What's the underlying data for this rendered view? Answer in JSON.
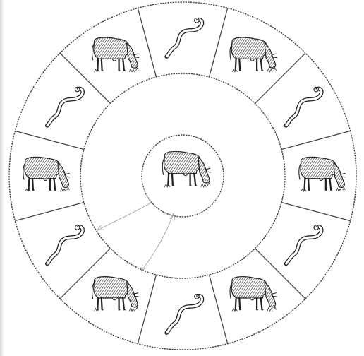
{
  "diagram": {
    "center_icon": "cow-icon",
    "outer_ring": {
      "segments": [
        {
          "icon": "snake-icon"
        },
        {
          "icon": "cow-icon"
        },
        {
          "icon": "snake-icon"
        },
        {
          "icon": "cow-icon"
        },
        {
          "icon": "snake-icon"
        },
        {
          "icon": "cow-icon"
        },
        {
          "icon": "snake-icon"
        },
        {
          "icon": "cow-icon"
        },
        {
          "icon": "snake-icon"
        },
        {
          "icon": "cow-icon"
        },
        {
          "icon": "snake-icon"
        },
        {
          "icon": "cow-icon"
        }
      ]
    },
    "arrows": [
      {
        "from": "center-circle",
        "to": "outer-ring-segment-snake"
      },
      {
        "from": "center-circle",
        "to": "outer-ring-segment-cow"
      }
    ],
    "colors": {
      "ink": "#333333",
      "background": "#ffffff",
      "pencil": "#9a9a9a"
    }
  }
}
